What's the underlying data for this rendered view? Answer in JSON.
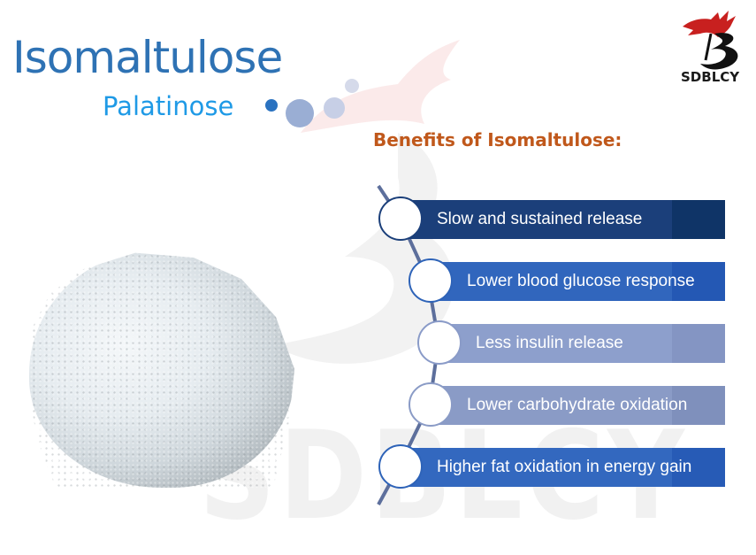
{
  "header": {
    "title": "Isomaltulose",
    "subtitle": "Palatinose"
  },
  "logo": {
    "brand": "SDBLCY",
    "icon": "dragon-b-logo-icon"
  },
  "watermark": {
    "text": "SDBLCY"
  },
  "benefits": {
    "heading": "Benefits of Isomaltulose:",
    "items": [
      {
        "label": "Slow and sustained release",
        "color": "#1b3f7a",
        "tip_color": "#0f3467",
        "circle_border": "#1b3f7a"
      },
      {
        "label": "Lower blood glucose response",
        "color": "#3166bd",
        "tip_color": "#2458b4",
        "circle_border": "#2e63b8"
      },
      {
        "label": "Less insulin release",
        "color": "#8d9fcc",
        "tip_color": "#8495c3",
        "circle_border": "#8a9bc8"
      },
      {
        "label": "Lower carbohydrate oxidation",
        "color": "#8a9bc6",
        "tip_color": "#7f90bc",
        "circle_border": "#8a9bc6"
      },
      {
        "label": "Higher fat oxidation in energy gain",
        "color": "#3368bf",
        "tip_color": "#275bb6",
        "circle_border": "#2e63b8"
      }
    ]
  },
  "image": {
    "subject": "white isomaltulose powder pile"
  }
}
